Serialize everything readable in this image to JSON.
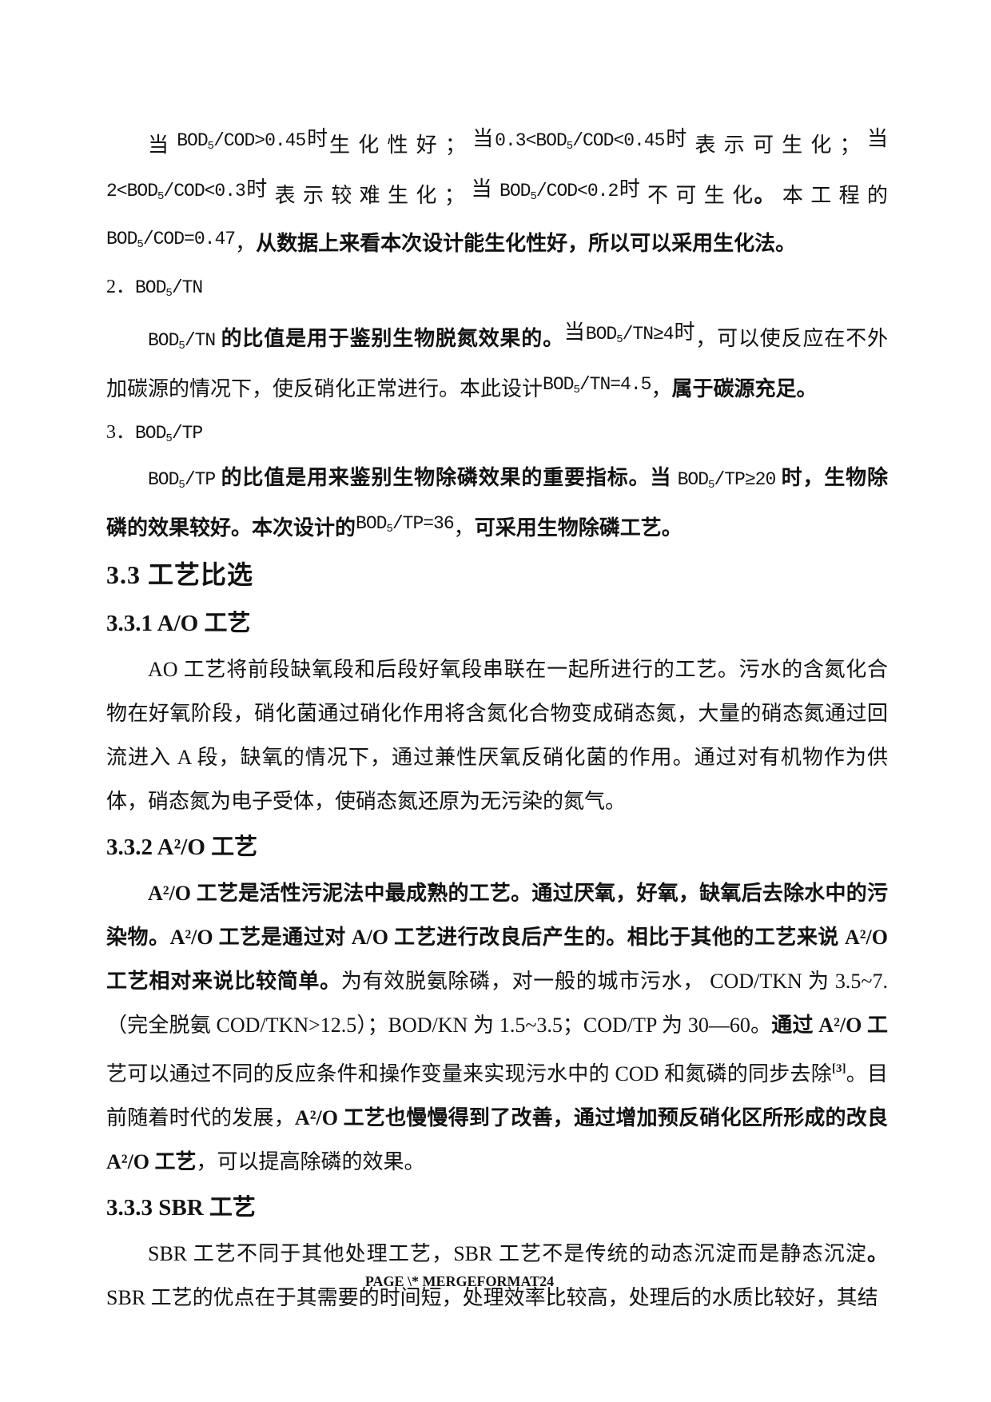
{
  "page": {
    "background": "#ffffff",
    "text_color": "#121212"
  },
  "footer": {
    "text": "PAGE   \\* MERGEFORMAT24"
  },
  "blocks": [
    {
      "type": "p",
      "name": "paragraph-bod5-cod",
      "indent": true,
      "runs": [
        {
          "t": "当 ",
          "s": "cn"
        },
        {
          "t": "BOD₅/COD>0.45",
          "s": "eq"
        },
        {
          "t": "时",
          "s": "cnr"
        },
        {
          "t": "生 化 性 好 ；  ",
          "s": "cn"
        },
        {
          "t": "当",
          "s": "cnr"
        },
        {
          "t": "0.3<BOD₅/COD<0.45",
          "s": "eq"
        },
        {
          "t": "时",
          "s": "cnr"
        },
        {
          "t": " 表 示 可 生 化 ； ",
          "s": "cn"
        },
        {
          "t": "当",
          "s": "cnr"
        },
        {
          "t": "2<BOD₅/COD<0.3",
          "s": "eq"
        },
        {
          "t": "时",
          "s": "cnr"
        },
        {
          "t": " 表 示 较 难 生 化 ；  ",
          "s": "cn"
        },
        {
          "t": "当 ",
          "s": "cnr"
        },
        {
          "t": "BOD₅/COD<0.2",
          "s": "eq"
        },
        {
          "t": "时",
          "s": "cnr"
        },
        {
          "t": " 不 可 生 化",
          "s": "cn"
        },
        {
          "t": "。",
          "s": "b"
        },
        {
          "t": " 本 工 程 的 ",
          "s": "cn"
        },
        {
          "t": "BOD₅/COD=0.47",
          "s": "eq"
        },
        {
          "t": "，",
          "s": "cn"
        },
        {
          "t": "从数据上来看本次设计能生化性好，所以可以采用生化法。",
          "s": "b"
        }
      ]
    },
    {
      "type": "li",
      "name": "list-item-bod5-tn",
      "runs": [
        {
          "t": "2．",
          "s": "cn"
        },
        {
          "t": "BOD₅/TN",
          "s": "eq0"
        }
      ]
    },
    {
      "type": "p",
      "name": "paragraph-bod5-tn",
      "indent": true,
      "runs": [
        {
          "t": "BOD₅/TN",
          "s": "eq0"
        },
        {
          "t": " 的比值是用于鉴别生物脱氮效果的。",
          "s": "b"
        },
        {
          "t": "当",
          "s": "cnr"
        },
        {
          "t": "BOD₅/TN≥4",
          "s": "eq"
        },
        {
          "t": "时",
          "s": "cnr"
        },
        {
          "t": "，",
          "s": "cn"
        },
        {
          "t": "可以使反应在不外加碳源的情况下，使反硝化正常进行。本此设计",
          "s": "cn"
        },
        {
          "t": "BOD₅/TN=4.5",
          "s": "eq"
        },
        {
          "t": "，",
          "s": "cn"
        },
        {
          "t": "属于碳源充足。",
          "s": "b"
        }
      ]
    },
    {
      "type": "li",
      "name": "list-item-bod5-tp",
      "runs": [
        {
          "t": "3．",
          "s": "cn"
        },
        {
          "t": "BOD₅/TP",
          "s": "eq0"
        }
      ]
    },
    {
      "type": "p",
      "name": "paragraph-bod5-tp",
      "indent": true,
      "runs": [
        {
          "t": "BOD₅/TP",
          "s": "eq0"
        },
        {
          "t": " 的比值是用来鉴别生物除磷效果的重要指标。当 ",
          "s": "b"
        },
        {
          "t": "BOD₅/TP≥20",
          "s": "eq0"
        },
        {
          "t": " 时，生物除磷的效果较好。本次设计的",
          "s": "b"
        },
        {
          "t": "BOD₅/TP=36",
          "s": "eq"
        },
        {
          "t": "，",
          "s": "cn"
        },
        {
          "t": "可采用生物除磷工艺。",
          "s": "b"
        }
      ]
    },
    {
      "type": "h2",
      "name": "heading-3-3-process-comparison",
      "runs": [
        {
          "t": "3.3 工艺比选",
          "s": "cn"
        }
      ]
    },
    {
      "type": "h3",
      "name": "heading-3-3-1-ao-process",
      "runs": [
        {
          "t": "3.3.1 A/O 工艺",
          "s": "cn"
        }
      ]
    },
    {
      "type": "p",
      "name": "paragraph-ao-process",
      "indent": true,
      "runs": [
        {
          "t": "AO 工艺将前段缺氧段和后段好氧段串联在一起所进行的工艺。污水的含氮化合物在好氧阶段，硝化菌通过硝化作用将含氮化合物变成硝态氮，大量的硝态氮通过回流进入 A 段，缺氧的情况下，通过兼性厌氧反硝化菌的作用。通过对有机物作为供体，硝态氮为电子受体，使硝态氮还原为无污染的氮气。",
          "s": "cn"
        }
      ]
    },
    {
      "type": "h3",
      "name": "heading-3-3-2-a2o-process",
      "runs": [
        {
          "t": "3.3.2 A²/O 工艺",
          "s": "cn"
        }
      ]
    },
    {
      "type": "p",
      "name": "paragraph-a2o-process",
      "indent": true,
      "runs": [
        {
          "t": "A²/O 工艺是活性污泥法中最成熟的工艺。通过厌氧，好氧，缺氧后去除水中的污染物。A²/O 工艺是通过对 A/O 工艺进行改良后产生的。相比于其他的工艺来说 A²/O 工艺相对来说比较简单。",
          "s": "b"
        },
        {
          "t": "为有效脱氨除磷，对一般的城市污水， COD/TKN 为 3.5~7.（完全脱氨 COD/TKN>12.5）；BOD/KN 为 1.5~3.5；COD/TP 为 30—60。",
          "s": "cn"
        },
        {
          "t": "通过 A²/O 工",
          "s": "b"
        },
        {
          "t": "艺可以通过不同的反应条件和操作变量来实现污水中的 COD 和氮磷的同步去除",
          "s": "cn"
        },
        {
          "t": "[3]",
          "s": "sup"
        },
        {
          "t": "。目前随着时代的发展，",
          "s": "cn"
        },
        {
          "t": "A²/O 工艺也慢慢得到了改善，通过增加预反硝化区所形成的改良 A²/O 工艺",
          "s": "b"
        },
        {
          "t": "，可以提高除磷的效果。",
          "s": "cn"
        }
      ]
    },
    {
      "type": "h3",
      "name": "heading-3-3-3-sbr-process",
      "runs": [
        {
          "t": "3.3.3 SBR 工艺",
          "s": "cn"
        }
      ]
    },
    {
      "type": "p",
      "name": "paragraph-sbr-process",
      "indent": true,
      "runs": [
        {
          "t": "SBR 工艺不同于其他处理工艺，SBR 工艺不是传统的动态沉淀而是静态沉淀",
          "s": "cn"
        },
        {
          "t": "。",
          "s": "b"
        },
        {
          "t": "SBR 工艺的优点在于其需要的时间短，处理效率比较高，处理后的水质比较好，其结",
          "s": "cn"
        }
      ]
    }
  ]
}
